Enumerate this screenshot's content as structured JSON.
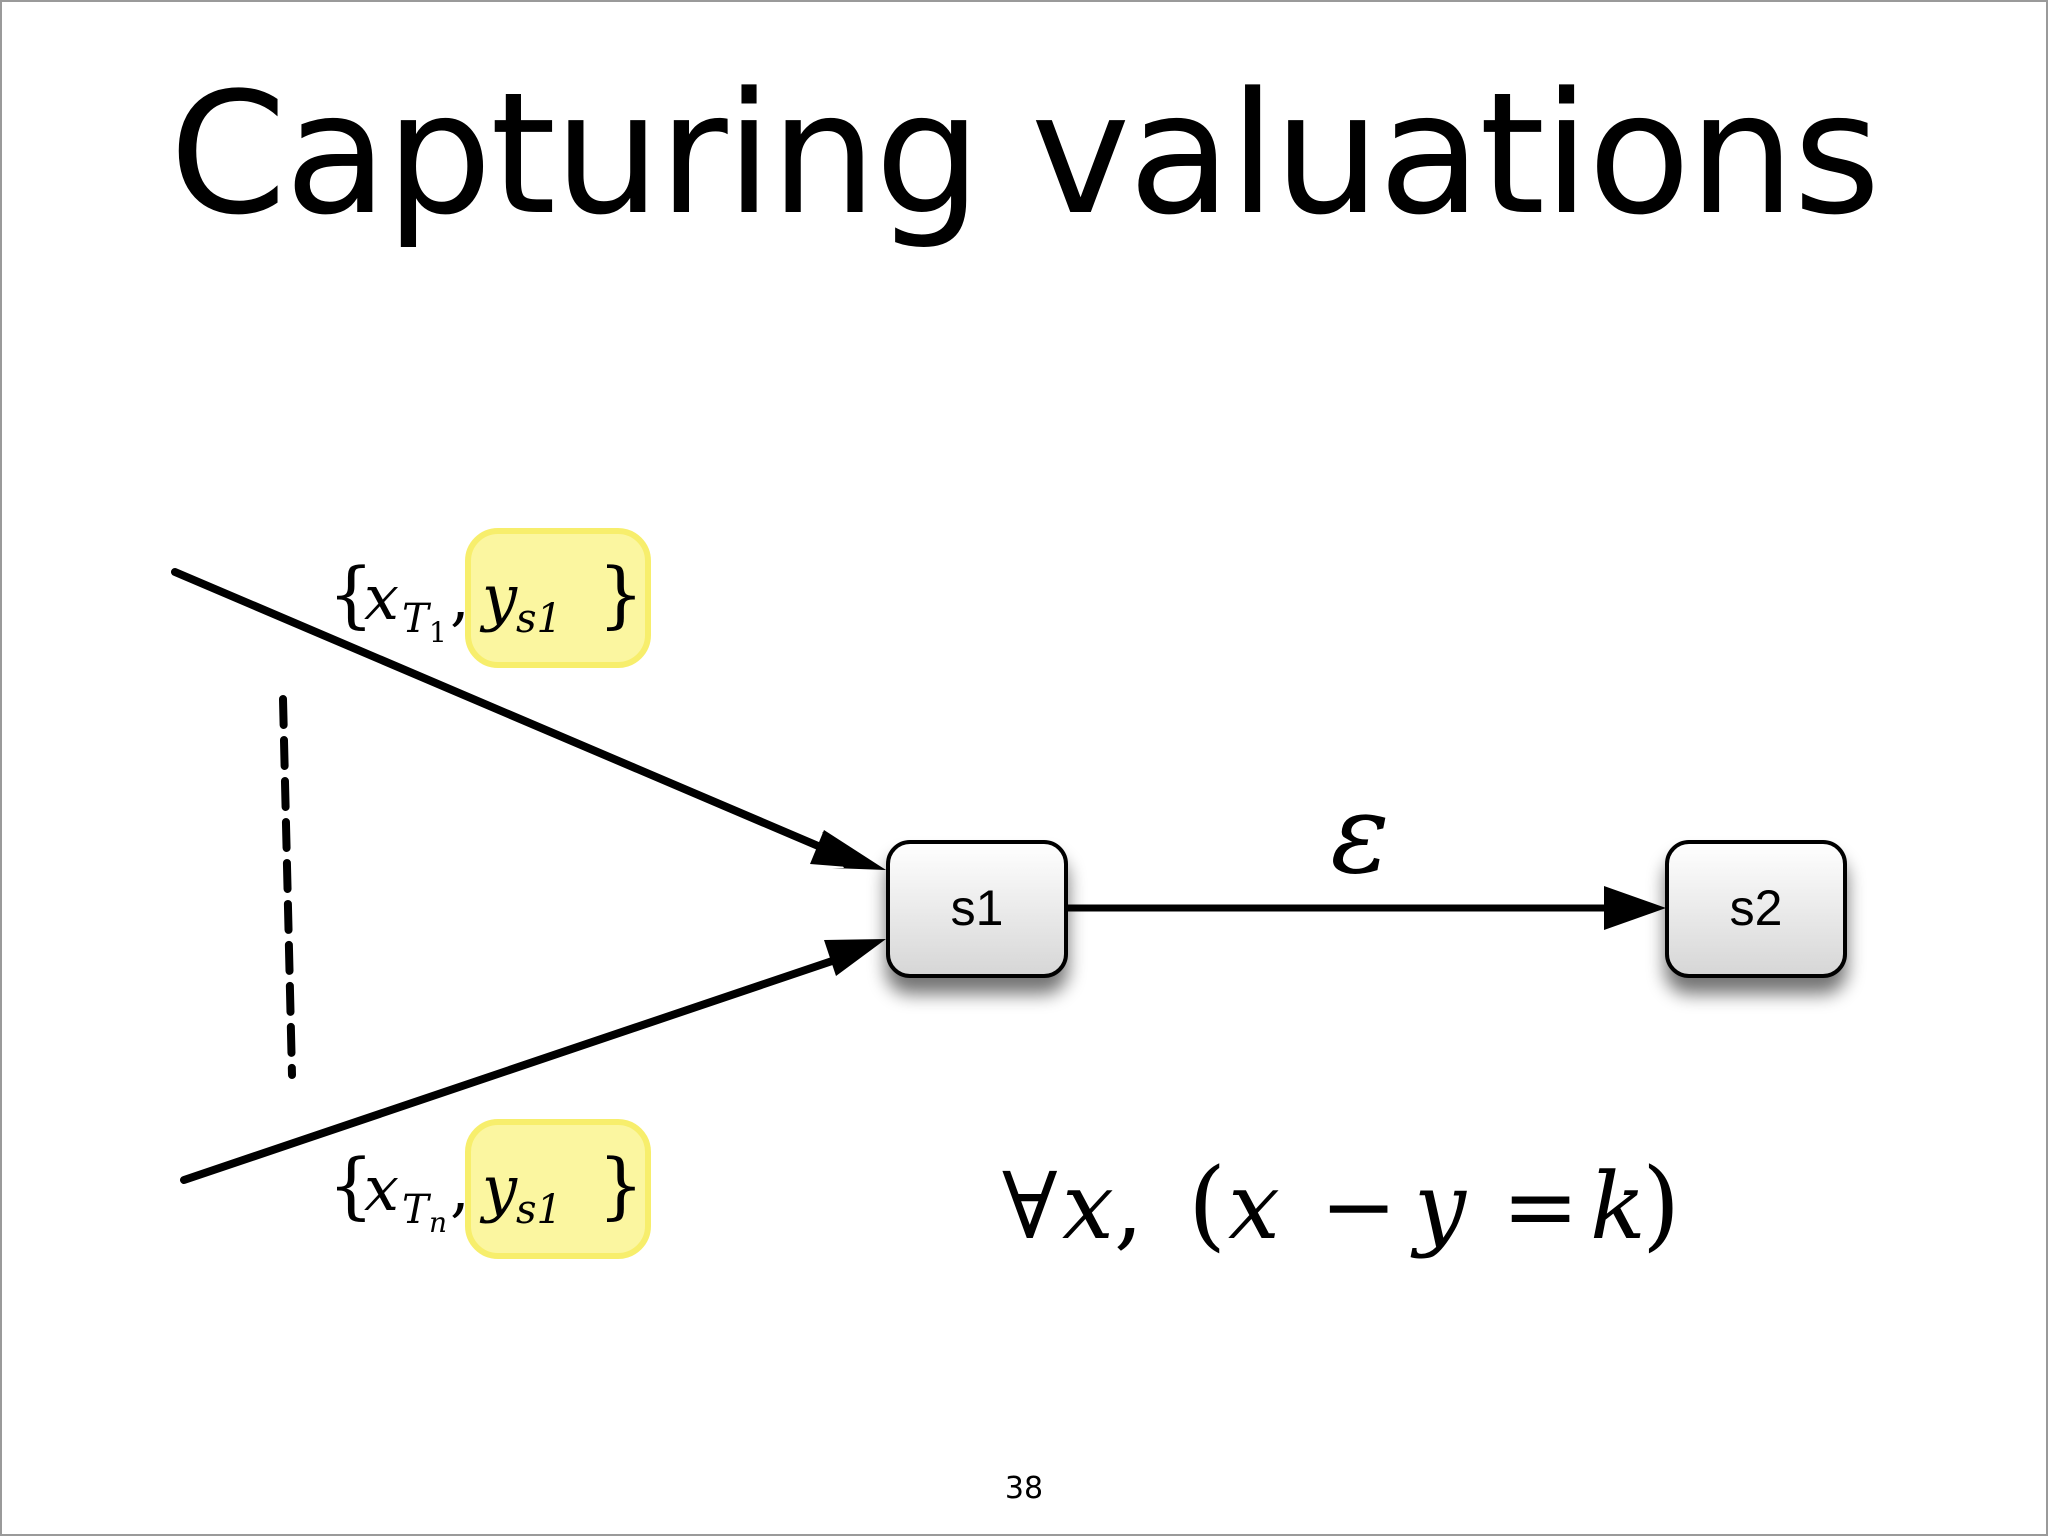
{
  "slide": {
    "title": "Capturing valuations",
    "page_number": "38"
  },
  "diagram": {
    "nodes": {
      "s1": "s1",
      "s2": "s2"
    },
    "edge_label": "ε",
    "top_set": {
      "open": "{",
      "var_x": "x",
      "sub_T": "T",
      "sub_index": "1",
      "sep": ",",
      "var_y": "y",
      "sub_y": "s1",
      "close": "}"
    },
    "bottom_set": {
      "open": "{",
      "var_x": "x",
      "sub_T": "T",
      "sub_index": "n",
      "sep": ",",
      "var_y": "y",
      "sub_y": "s1",
      "close": "}"
    },
    "formula": {
      "forall": "∀",
      "var": "x",
      "comma": ",",
      "lparen": "(",
      "lhs_a": "x",
      "minus": "−",
      "lhs_b": "y",
      "equals": "=",
      "rhs": "k",
      "rparen": ")"
    },
    "colors": {
      "highlight_fill": "#fbf6a0",
      "highlight_stroke": "#f7ee6c",
      "node_fill_top": "#ffffff",
      "node_fill_bottom": "#d8d8d8",
      "line": "#000000"
    }
  }
}
